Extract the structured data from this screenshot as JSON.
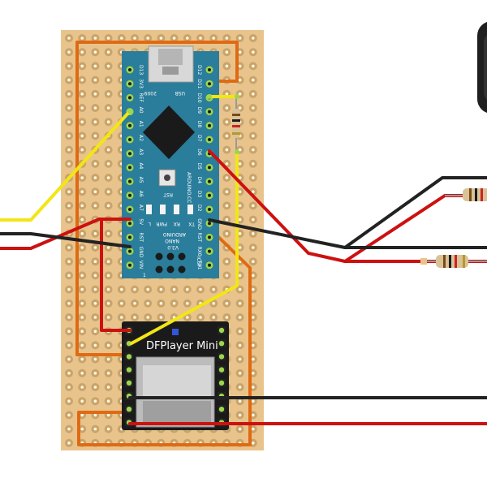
{
  "colors": {
    "board": "#e8c48c",
    "pad": "#c9a46a",
    "hole": "#fff7e6",
    "nano": "#2a7d9b",
    "dfplayer": "#1a1a1a",
    "wire_yellow": "#f2e614",
    "wire_orange": "#e06a14",
    "wire_red": "#cc1111",
    "wire_black": "#222222"
  },
  "nano": {
    "model_lines": [
      "ARDUINO",
      "NANO",
      "V3.0"
    ],
    "year": "2009",
    "usb": "USB",
    "brand": "ARDUINO.CC",
    "rst_button": "RST",
    "icsp": "ICSP",
    "leds": [
      "L",
      "PWR",
      "RX",
      "TX"
    ],
    "left_pins": [
      "D13",
      "3V3",
      "REF",
      "A0",
      "A1",
      "A2",
      "A3",
      "A4",
      "A5",
      "A6",
      "A7",
      "5V",
      "RST",
      "GND",
      "VIN"
    ],
    "right_pins": [
      "D12",
      "D11",
      "D10",
      "D9",
      "D8",
      "D7",
      "D6",
      "D5",
      "D4",
      "D3",
      "D2",
      "GND",
      "RST",
      "RX0",
      "TX1"
    ]
  },
  "dfplayer": {
    "title": "DFPlayer Mini"
  },
  "icons": {
    "chip": "microcontroller-chip-icon",
    "usb": "mini-usb-connector-icon",
    "sd": "microsd-slot-icon",
    "resistor": "resistor-icon",
    "speaker": "speaker-icon"
  }
}
